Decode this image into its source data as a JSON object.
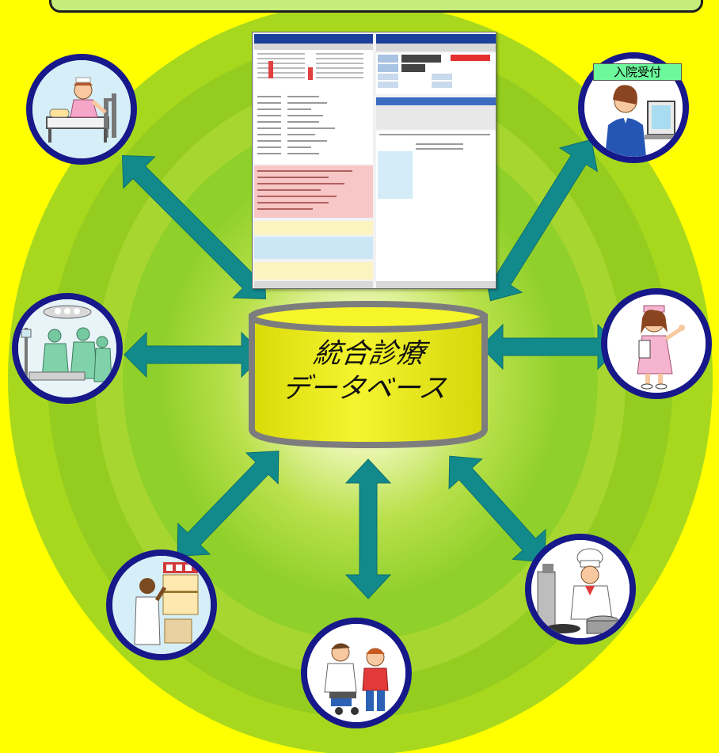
{
  "diagram": {
    "center": {
      "line1": "統合診療",
      "line2": "データベース"
    },
    "stations": [
      {
        "role": "ward-nurse"
      },
      {
        "role": "admission-reception",
        "label": "入院受付"
      },
      {
        "role": "operating-room"
      },
      {
        "role": "nurse-with-chart"
      },
      {
        "role": "pharmacy"
      },
      {
        "role": "outpatient-consultation"
      },
      {
        "role": "kitchen-chef"
      }
    ]
  },
  "colors": {
    "background": "#ffff00",
    "inner_green": "#5cbf1c",
    "arrow": "#128a8c",
    "circle_border": "#17188a",
    "database_fill": "#eaea10",
    "database_rim": "#7d7d7d"
  }
}
